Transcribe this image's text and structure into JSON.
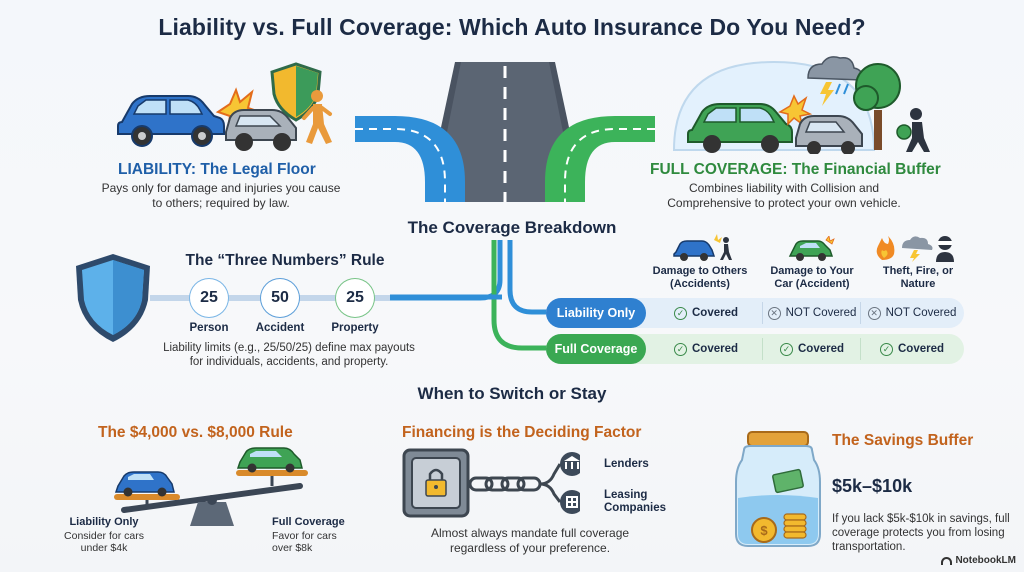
{
  "title": "Liability vs. Full Coverage: Which Auto Insurance Do You Need?",
  "liability": {
    "heading": "LIABILITY: The Legal Floor",
    "desc": "Pays only for damage and injuries you cause to others; required by law."
  },
  "full": {
    "heading": "FULL COVERAGE: The Financial Buffer",
    "desc": "Combines liability with Collision and Comprehensive to protect your own vehicle."
  },
  "breakdown_title": "The Coverage Breakdown",
  "three_numbers": {
    "title": "The “Three Numbers” Rule",
    "items": [
      {
        "value": "25",
        "label": "Person"
      },
      {
        "value": "50",
        "label": "Accident"
      },
      {
        "value": "25",
        "label": "Property"
      }
    ],
    "desc": "Liability limits (e.g., 25/50/25) define max payouts for individuals, accidents, and property."
  },
  "table": {
    "columns": [
      "Damage to Others (Accidents)",
      "Damage to Your Car (Accident)",
      "Theft, Fire, or Nature"
    ],
    "rows": [
      {
        "label": "Liability Only",
        "cells": [
          "Covered",
          "NOT Covered",
          "NOT Covered"
        ]
      },
      {
        "label": "Full Coverage",
        "cells": [
          "Covered",
          "Covered",
          "Covered"
        ]
      }
    ]
  },
  "when_title": "When to Switch or Stay",
  "rule": {
    "title": "The $4,000 vs. $8,000 Rule",
    "left_title": "Liability Only",
    "left_desc": "Consider for cars under $4k",
    "right_title": "Full Coverage",
    "right_desc": "Favor for cars over $8k"
  },
  "financing": {
    "title": "Financing is the Deciding Factor",
    "lenders": "Lenders",
    "leasing": "Leasing Companies",
    "desc": "Almost always mandate full coverage regardless of your preference."
  },
  "savings": {
    "title": "The Savings Buffer",
    "amount": "$5k–$10k",
    "desc": "If you lack $5k-$10k in savings, full coverage protects you from losing transportation."
  },
  "brand": "NotebookLM",
  "colors": {
    "blue": "#1f5fa8",
    "green": "#2f8a3e",
    "orange": "#c2631d",
    "road_blue": "#2f8fd8",
    "road_green": "#3cb35a"
  }
}
